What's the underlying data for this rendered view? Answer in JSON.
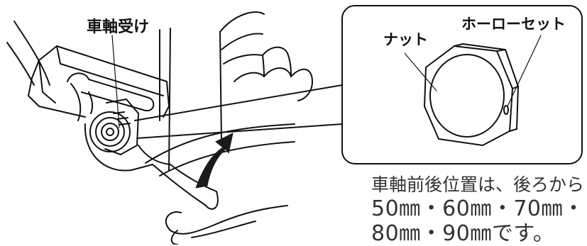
{
  "labels": {
    "axle_receiver": "車軸受け",
    "nut": "ナット",
    "enamel_set": "ホーローセット"
  },
  "caption": {
    "line1": "車軸前後位置は、後ろから",
    "line2": "50㎜・60㎜・70㎜・",
    "line3": "80㎜・90㎜です。"
  },
  "colors": {
    "ink": "#111111",
    "arrow": "#1a1a1a",
    "caption_text": "#333333"
  }
}
